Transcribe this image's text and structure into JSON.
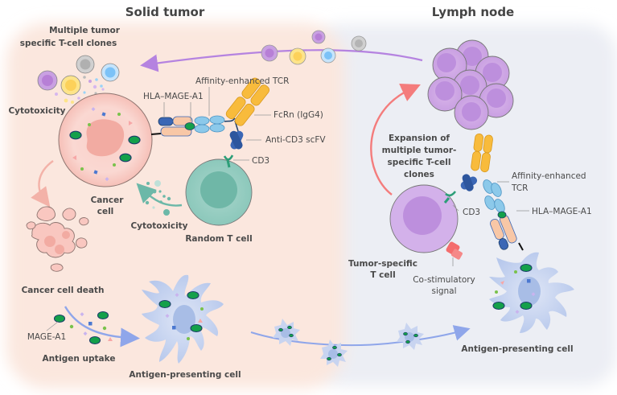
{
  "regions": {
    "solid_tumor": {
      "title": "Solid tumor",
      "bg_color": "#fbe9e1"
    },
    "lymph_node": {
      "title": "Lymph node",
      "bg_color": "#eceef4"
    }
  },
  "labels": {
    "multiple_clones_line1": "Multiple tumor",
    "multiple_clones_line2": "specific T-cell clones",
    "cytotoxicity_purple": "Cytotoxicity",
    "hla_mage_a1_left": "HLA–MAGE-A1",
    "affinity_tcr_left": "Affinity-enhanced TCR",
    "fcrn": "FcRn (IgG4)",
    "anti_cd3": "Anti-CD3 scFV",
    "cd3_left": "CD3",
    "cancer_cell_line1": "Cancer",
    "cancer_cell_line2": "cell",
    "cytotoxicity_teal": "Cytotoxicity",
    "random_t_cell": "Random T cell",
    "cancer_cell_death": "Cancer cell death",
    "mage_a1": "MAGE-A1",
    "antigen_uptake": "Antigen uptake",
    "apc_left": "Antigen-presenting cell",
    "expansion_line1": "Expansion of",
    "expansion_line2": "multiple tumor-",
    "expansion_line3": "specific T-cell",
    "expansion_line4": "clones",
    "affinity_tcr_right_line1": "Affinity-enhanced",
    "affinity_tcr_right_line2": "TCR",
    "cd3_right": "CD3",
    "hla_mage_a1_right": "HLA–MAGE-A1",
    "tumor_specific_line1": "Tumor-specific",
    "tumor_specific_line2": "T cell",
    "costim_line1": "Co-stimulatory",
    "costim_line2": "signal",
    "apc_right": "Antigen-presenting cell"
  },
  "colors": {
    "purple_text": "#a66ad6",
    "salmon_text": "#e8735e",
    "teal_text": "#3f9e8a",
    "blue_text": "#4f86c6",
    "navy_text": "#2f5f95",
    "pink_arrow": "#f47c7c",
    "purple_arrow": "#b583e0",
    "blue_arrow": "#8fa6ea"
  }
}
